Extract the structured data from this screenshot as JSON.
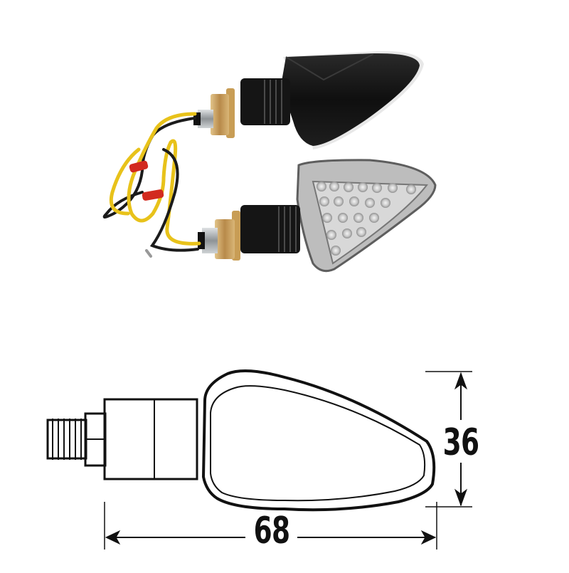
{
  "product": {
    "name": "Motorcycle LED turn signal indicators (pair)",
    "units": [
      {
        "id": "top",
        "housing_color": "#141414",
        "lens": "smoked clear",
        "state": "rear view (black housing)"
      },
      {
        "id": "bottom",
        "housing_color": "#1a1a1a",
        "lens": "clear LED",
        "state": "front view (LED lens)"
      }
    ],
    "wire_colors": {
      "yellow": "#e8c21a",
      "black": "#1b1b1b",
      "tie": "#d22a1f"
    },
    "nut_color": "#c9a463",
    "thread_color": "#b9bcbf"
  },
  "drawing": {
    "stroke": "#111111",
    "dimensions": {
      "width": {
        "value": "68",
        "label": "68"
      },
      "height": {
        "value": "36",
        "label": "36"
      }
    }
  }
}
